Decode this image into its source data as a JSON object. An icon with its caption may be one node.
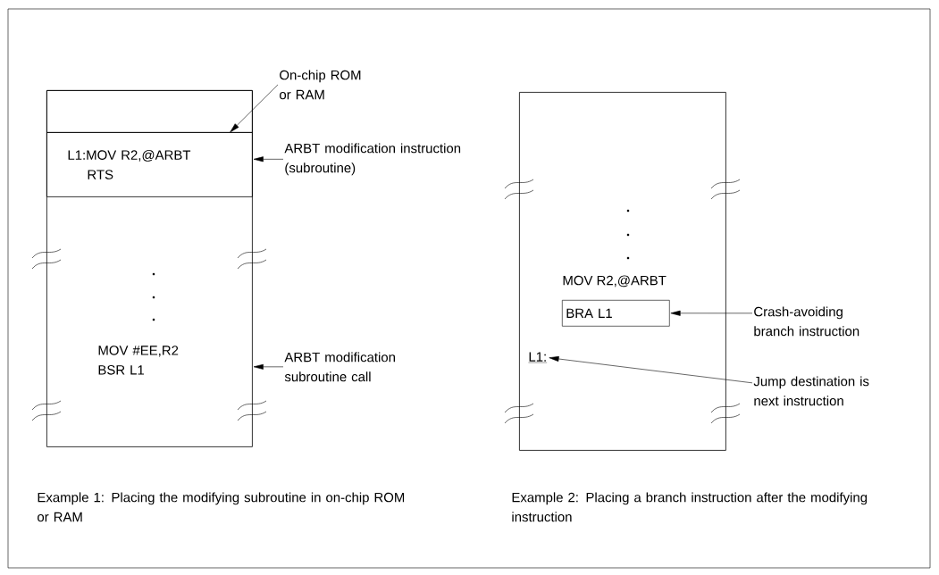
{
  "diagram": {
    "nodes": [
      {
        "text": [],
        "shape": "box"
      },
      {
        "text": [],
        "shape": "box",
        "in": 0
      },
      {
        "text": [
          "L1:MOV R2,@ARBT",
          "RTS"
        ],
        "in": 0
      },
      {
        "text": [
          "MOV #EE,R2",
          "BSR L1"
        ],
        "in": 0
      },
      {
        "text": [
          "On-chip ROM or RAM"
        ]
      },
      {
        "text": [
          "ARBT modification instruction (subroutine)"
        ]
      },
      {
        "text": [
          "ARBT modification subroutine call"
        ]
      },
      {
        "text": [],
        "shape": "box"
      },
      {
        "text": [
          "BRA L1"
        ],
        "in": 7
      },
      {
        "text": [
          "L1:"
        ],
        "in": 7
      },
      {
        "text": [
          "Crash-avoiding branch instruction"
        ]
      },
      {
        "text": [
          "Jump destination is next instruction"
        ]
      }
    ],
    "edges": [
      {
        "from": 4,
        "to": 1,
        "arrow": "to"
      },
      {
        "from": 5,
        "to": 2,
        "arrow": "to"
      },
      {
        "from": 6,
        "to": 0,
        "arrow": "to"
      },
      {
        "from": 10,
        "to": 8,
        "arrow": "to"
      },
      {
        "from": 11,
        "to": 9,
        "arrow": "to"
      }
    ],
    "labels": [
      "MOV R2,@ARBT",
      "Example 1: Placing the modifying subroutine in on-chip ROM or RAM",
      "Example 2: Placing a branch instruction after the modifying instruction"
    ]
  }
}
